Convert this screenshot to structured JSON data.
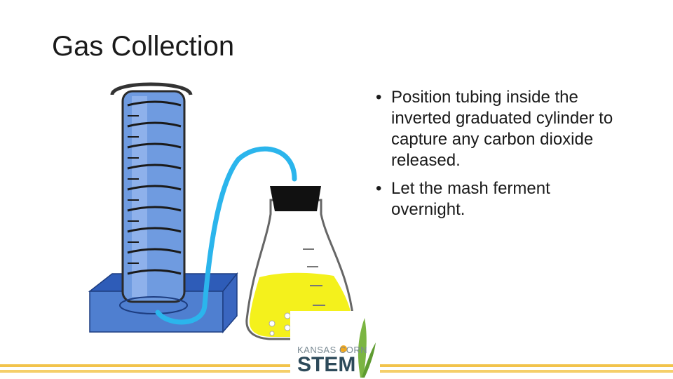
{
  "slide": {
    "title": "Gas Collection",
    "bullets": [
      {
        "marker": "•",
        "text": "Position tubing inside the inverted graduated cylinder to capture any carbon dioxide released."
      },
      {
        "marker": "•",
        "text": "Let the mash ferment overnight."
      }
    ]
  },
  "logo": {
    "top_text": "KANSAS CORN",
    "main_text": "STEM",
    "colors": {
      "text_top": "#7a8a93",
      "text_main": "#2d4a5a",
      "leaf": "#7bb542",
      "kernel": "#f2a81d"
    }
  },
  "illustration": {
    "items": [
      "graduated-cylinder",
      "water-basin",
      "delivery-tube",
      "erlenmeyer-flask",
      "rubber-stopper",
      "yellow-mash"
    ],
    "colors": {
      "water": "#4f7fd0",
      "tube": "#2bb5ec",
      "mash": "#f4f11c",
      "stopper": "#111111"
    }
  },
  "footer": {
    "band_colors": [
      "#f2c34b",
      "#f5cf6a"
    ]
  }
}
